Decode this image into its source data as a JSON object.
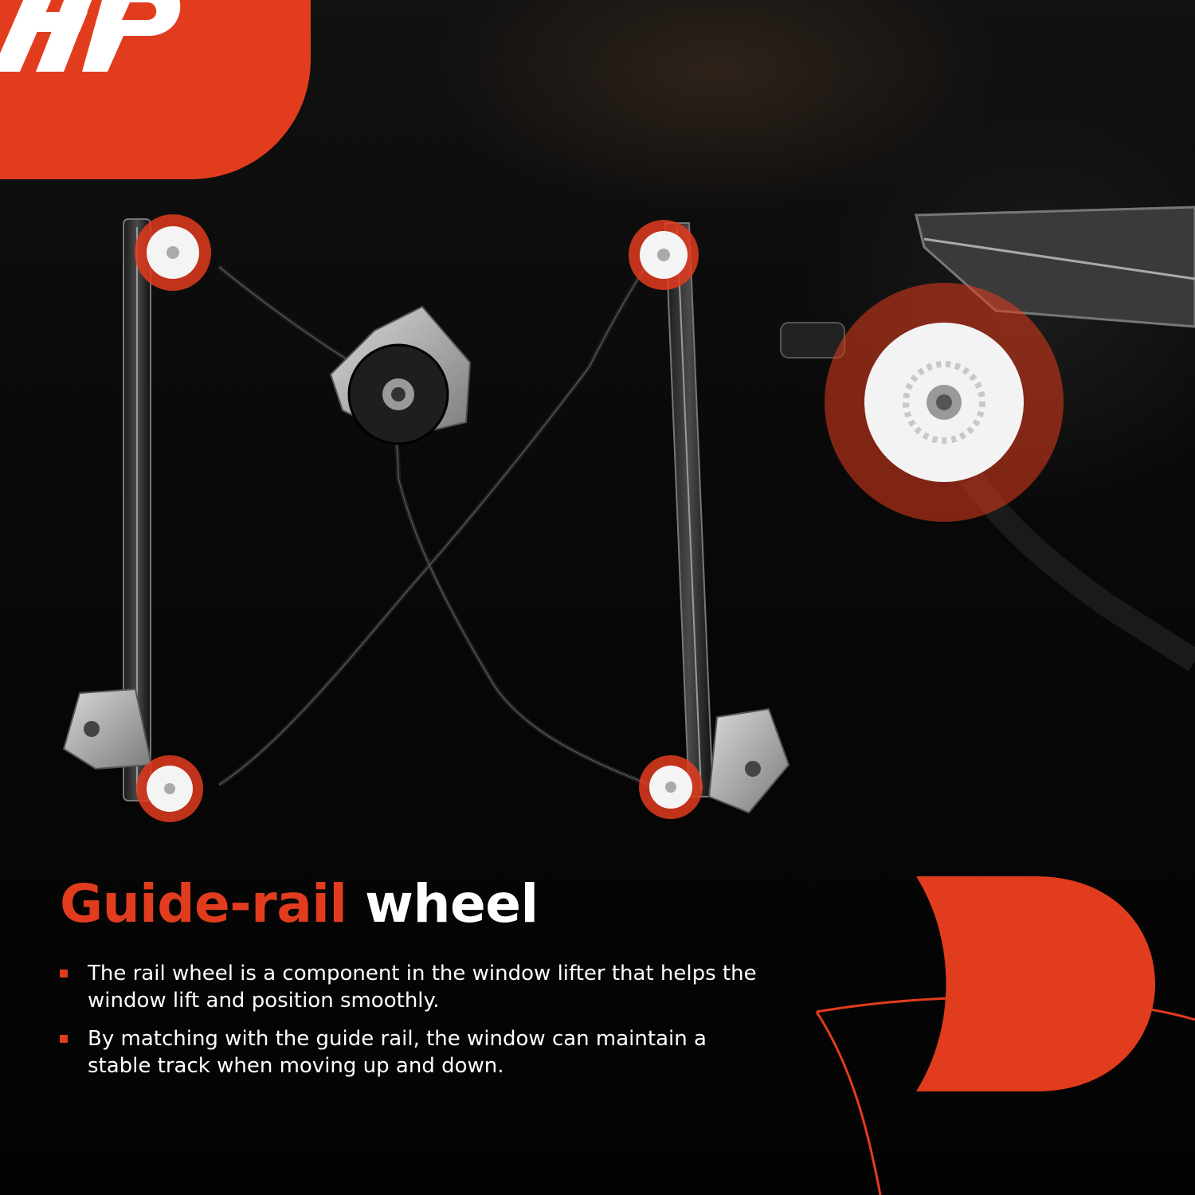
{
  "brand": {
    "logo_text": "A-P",
    "accent_color": "#e23c1e",
    "background_color": "#050505"
  },
  "product": {
    "image_subject": "window-regulator",
    "highlighted_part_icon": "guide-rail-wheel-icon"
  },
  "feature": {
    "title_accent": "Guide-rail",
    "title_rest": "wheel",
    "bullets": [
      {
        "text": "The rail wheel is a component in the window lifter that helps the window lift and position smoothly."
      },
      {
        "text": "By matching with the guide rail, the window can maintain a stable track when moving up and down."
      }
    ]
  }
}
